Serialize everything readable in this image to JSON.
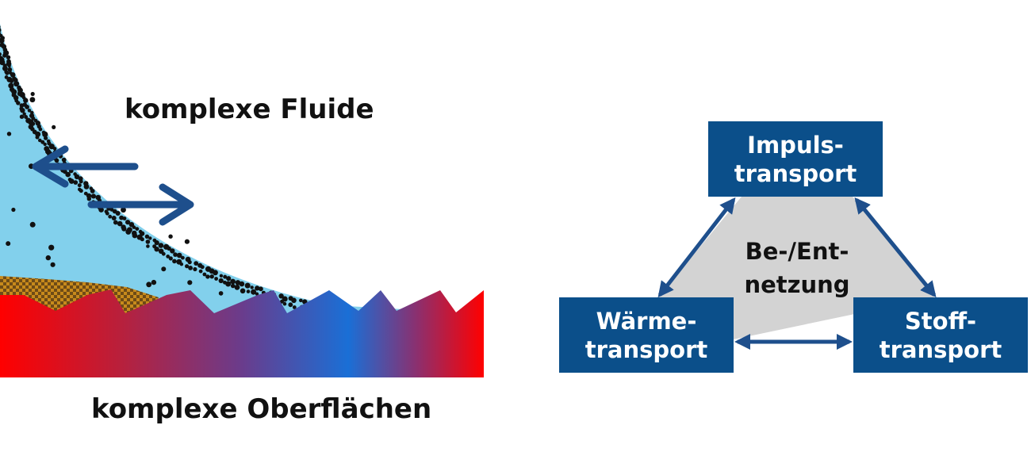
{
  "colors": {
    "box_fill": "#0b4f8a",
    "arrow": "#1e4f8c",
    "fluid": "#82d0ec",
    "triangle": "#d3d3d3",
    "surface_red": "#ff0000",
    "surface_blue": "#1a6fd6"
  },
  "left": {
    "fluids_label": "komplexe Fluide",
    "surfaces_label": "komplexe Oberflächen"
  },
  "right": {
    "top_box": {
      "line1": "Impuls-",
      "line2": "transport"
    },
    "left_box": {
      "line1": "Wärme-",
      "line2": "transport"
    },
    "right_box": {
      "line1": "Stoff-",
      "line2": "transport"
    },
    "center": {
      "line1": "Be-/Ent-",
      "line2": "netzung"
    }
  }
}
